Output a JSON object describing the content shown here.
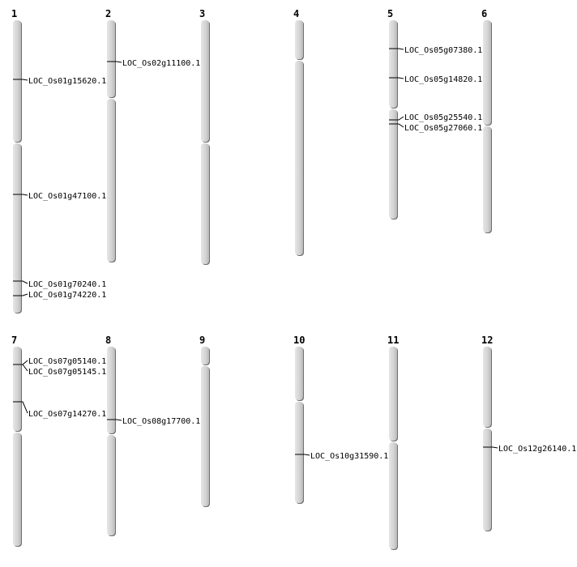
{
  "chromosomes": [
    {
      "name": "1",
      "genes": [
        "LOC_Os01g15620.1",
        "LOC_Os01g47100.1",
        "LOC_Os01g70240.1",
        "LOC_Os01g74220.1"
      ]
    },
    {
      "name": "2",
      "genes": [
        "LOC_Os02g11100.1"
      ]
    },
    {
      "name": "3",
      "genes": []
    },
    {
      "name": "4",
      "genes": []
    },
    {
      "name": "5",
      "genes": [
        "LOC_Os05g07380.1",
        "LOC_Os05g14820.1",
        "LOC_Os05g25540.1",
        "LOC_Os05g27060.1"
      ]
    },
    {
      "name": "6",
      "genes": []
    },
    {
      "name": "7",
      "genes": [
        "LOC_Os07g05140.1",
        "LOC_Os07g05145.1",
        "LOC_Os07g14270.1"
      ]
    },
    {
      "name": "8",
      "genes": [
        "LOC_Os08g17700.1"
      ]
    },
    {
      "name": "9",
      "genes": []
    },
    {
      "name": "10",
      "genes": [
        "LOC_Os10g31590.1"
      ]
    },
    {
      "name": "11",
      "genes": []
    },
    {
      "name": "12",
      "genes": [
        "LOC_Os12g26140.1"
      ]
    }
  ],
  "colors": {
    "chromosome": "#d4d4d4",
    "shadow": "#707070",
    "marker": "#000000"
  }
}
